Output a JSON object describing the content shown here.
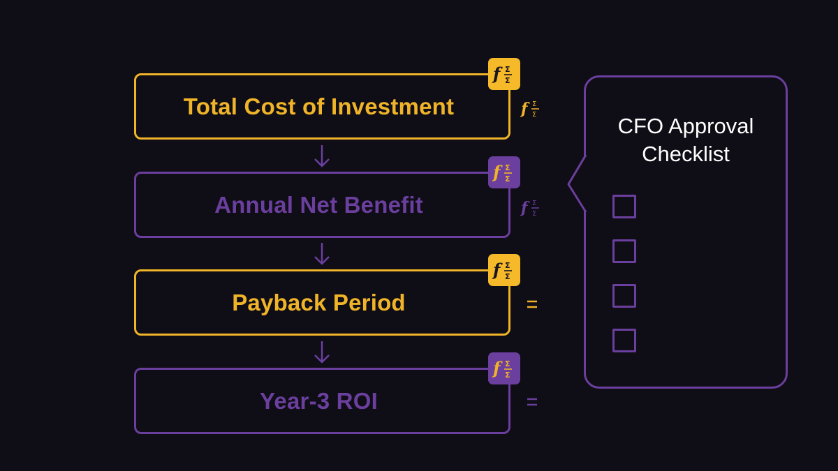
{
  "colors": {
    "background": "#0f0d15",
    "gold": "#f0b429",
    "purple": "#6b3f9e",
    "title_text": "#ffffff"
  },
  "flow": {
    "steps": [
      {
        "label": "Total Cost of Investment",
        "style": "gold",
        "badge_icon": "formula-icon",
        "side_icon": "formula-icon"
      },
      {
        "label": "Annual Net Benefit",
        "style": "purple",
        "badge_icon": "formula-icon",
        "side_icon": "formula-icon"
      },
      {
        "label": "Payback Period",
        "style": "gold",
        "badge_icon": "formula-icon",
        "side_icon": "equals-icon"
      },
      {
        "label": "Year-3 ROI",
        "style": "purple",
        "badge_icon": "formula-icon",
        "side_icon": "equals-icon"
      }
    ],
    "connector_icon": "arrow-down-icon"
  },
  "checklist": {
    "title_line1": "CFO Approval",
    "title_line2": "Checklist",
    "items_checked": [
      false,
      false,
      false,
      false
    ]
  }
}
